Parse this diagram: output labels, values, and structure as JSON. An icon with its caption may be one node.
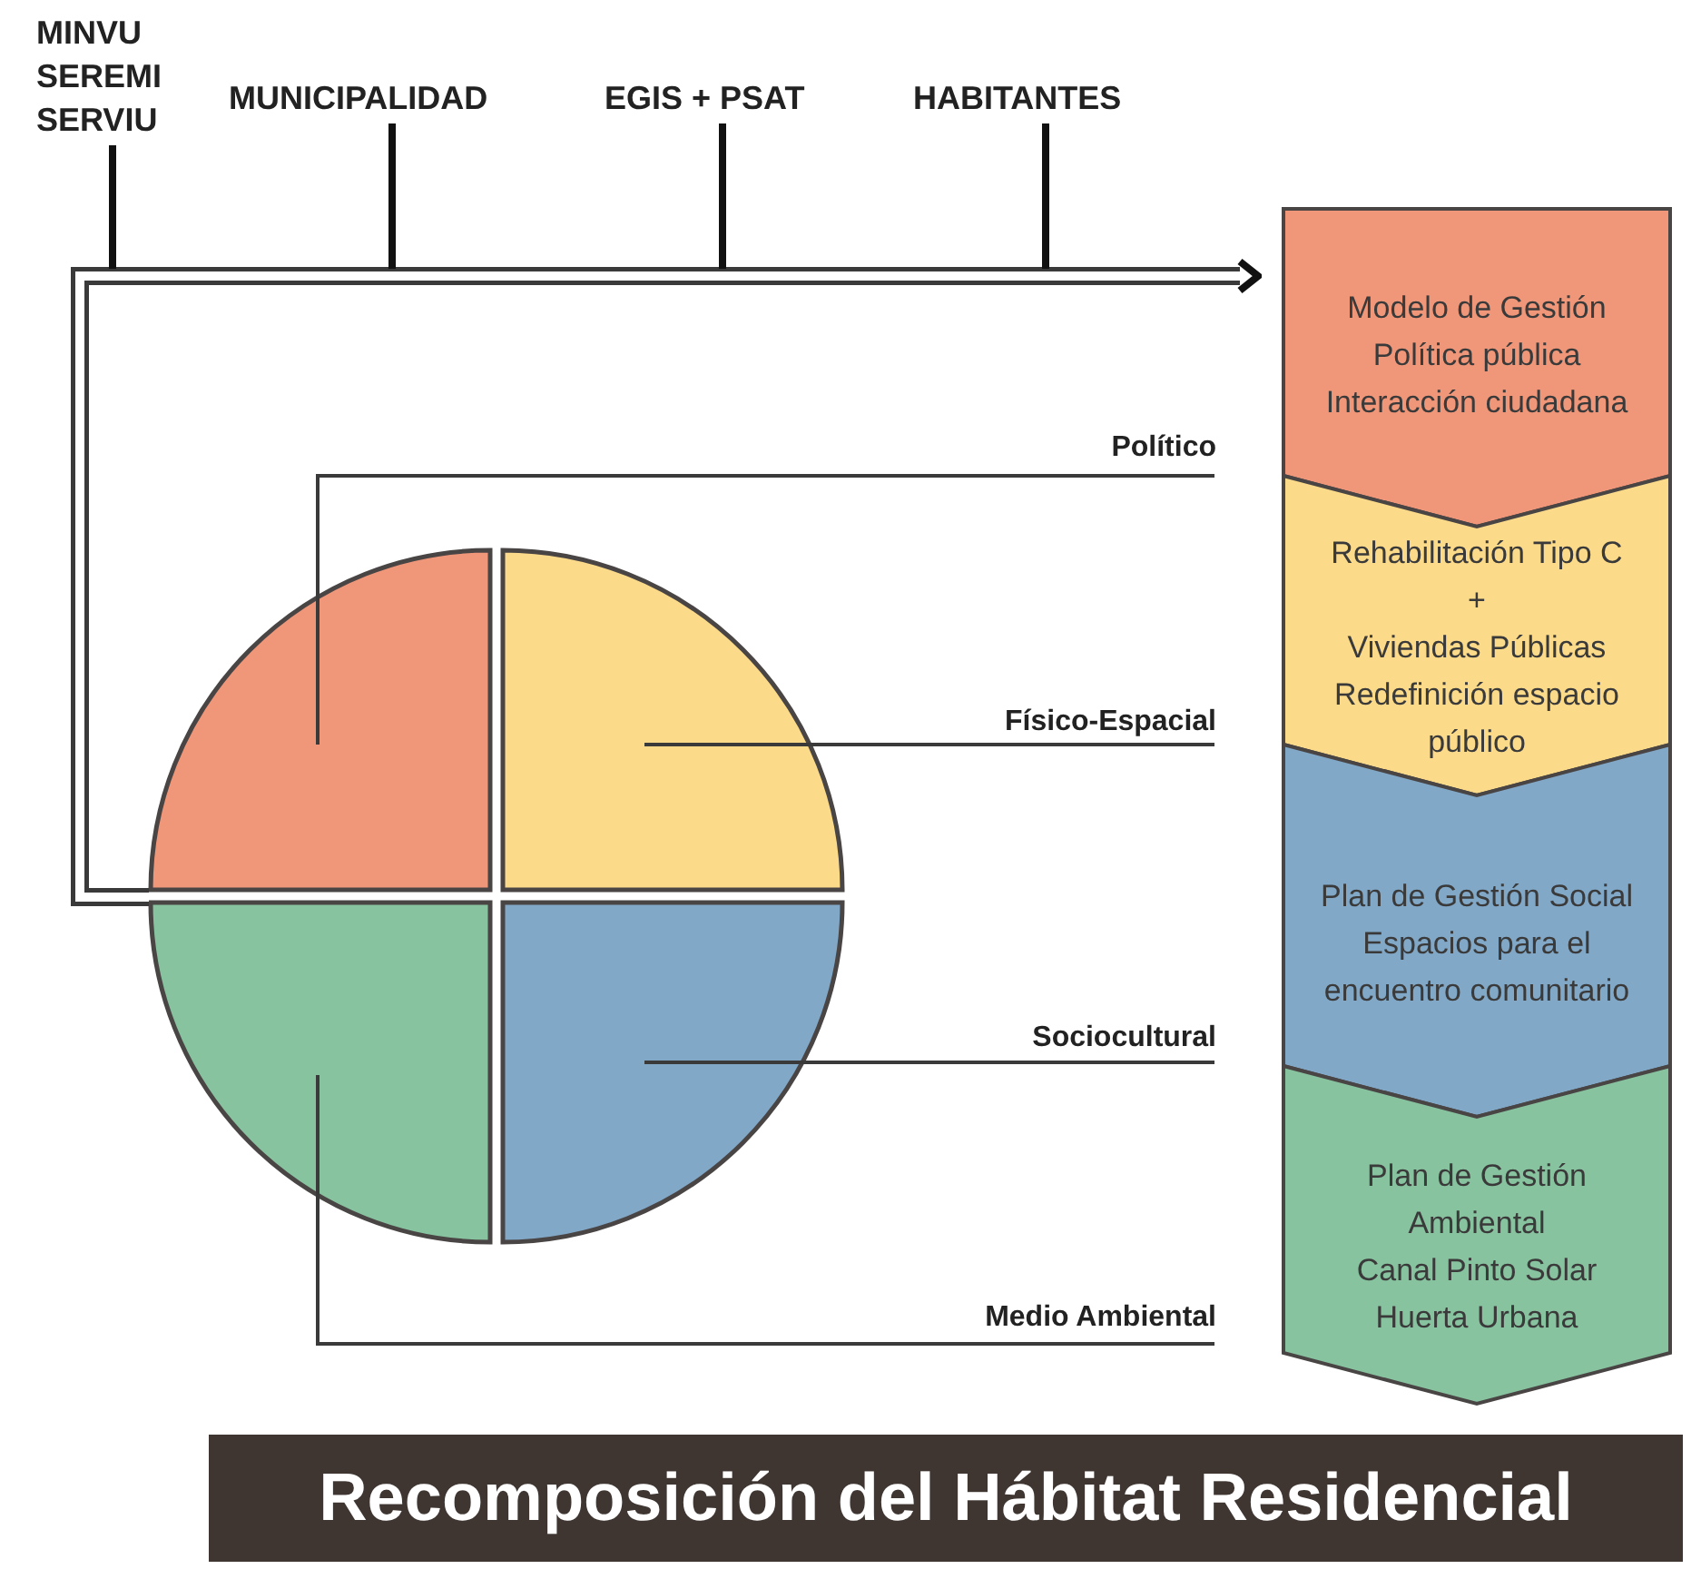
{
  "diagram": {
    "title": "Recomposición del Hábitat Residencial",
    "nodes": [
      {
        "text": [
          "MINVU SEREMI SERVIU"
        ]
      },
      {
        "text": [
          "MUNICIPALIDAD"
        ]
      },
      {
        "text": [
          "EGIS + PSAT"
        ]
      },
      {
        "text": [
          "HABITANTES"
        ]
      },
      {
        "text": [
          "Político"
        ]
      },
      {
        "text": [
          "Físico-Espacial"
        ]
      },
      {
        "text": [
          "Sociocultural"
        ]
      },
      {
        "text": [
          "Medio Ambiental"
        ]
      },
      {
        "text": [],
        "shape": "quadrant"
      },
      {
        "text": [],
        "shape": "quadrant"
      },
      {
        "text": [],
        "shape": "quadrant"
      },
      {
        "text": [],
        "shape": "quadrant"
      },
      {
        "text": [
          "Modelo de Gestión",
          "Política pública",
          "Interacción ciudadana"
        ]
      },
      {
        "text": [
          "Rehabilitación Tipo C",
          "+",
          "Viviendas Públicas",
          "Redefinición espacio público"
        ]
      },
      {
        "text": [
          "Plan de Gestión Social",
          "Espacios para el encuentro comunitario"
        ]
      },
      {
        "text": [
          "Plan de Gestión Ambiental",
          "Canal Pinto Solar",
          "Huerta Urbana"
        ]
      }
    ],
    "edges": [
      {
        "from": 10,
        "to": 12,
        "arrow": "to",
        "style": "thick"
      },
      {
        "from": 0,
        "to": null,
        "arrow": "none"
      },
      {
        "from": 1,
        "to": null,
        "arrow": "none"
      },
      {
        "from": 2,
        "to": null,
        "arrow": "none"
      },
      {
        "from": 3,
        "to": null,
        "arrow": "none"
      },
      {
        "from": 4,
        "to": 8,
        "arrow": "none"
      },
      {
        "from": 5,
        "to": 9,
        "arrow": "none"
      },
      {
        "from": 6,
        "to": 11,
        "arrow": "none"
      },
      {
        "from": 7,
        "to": 10,
        "arrow": "none"
      }
    ]
  }
}
